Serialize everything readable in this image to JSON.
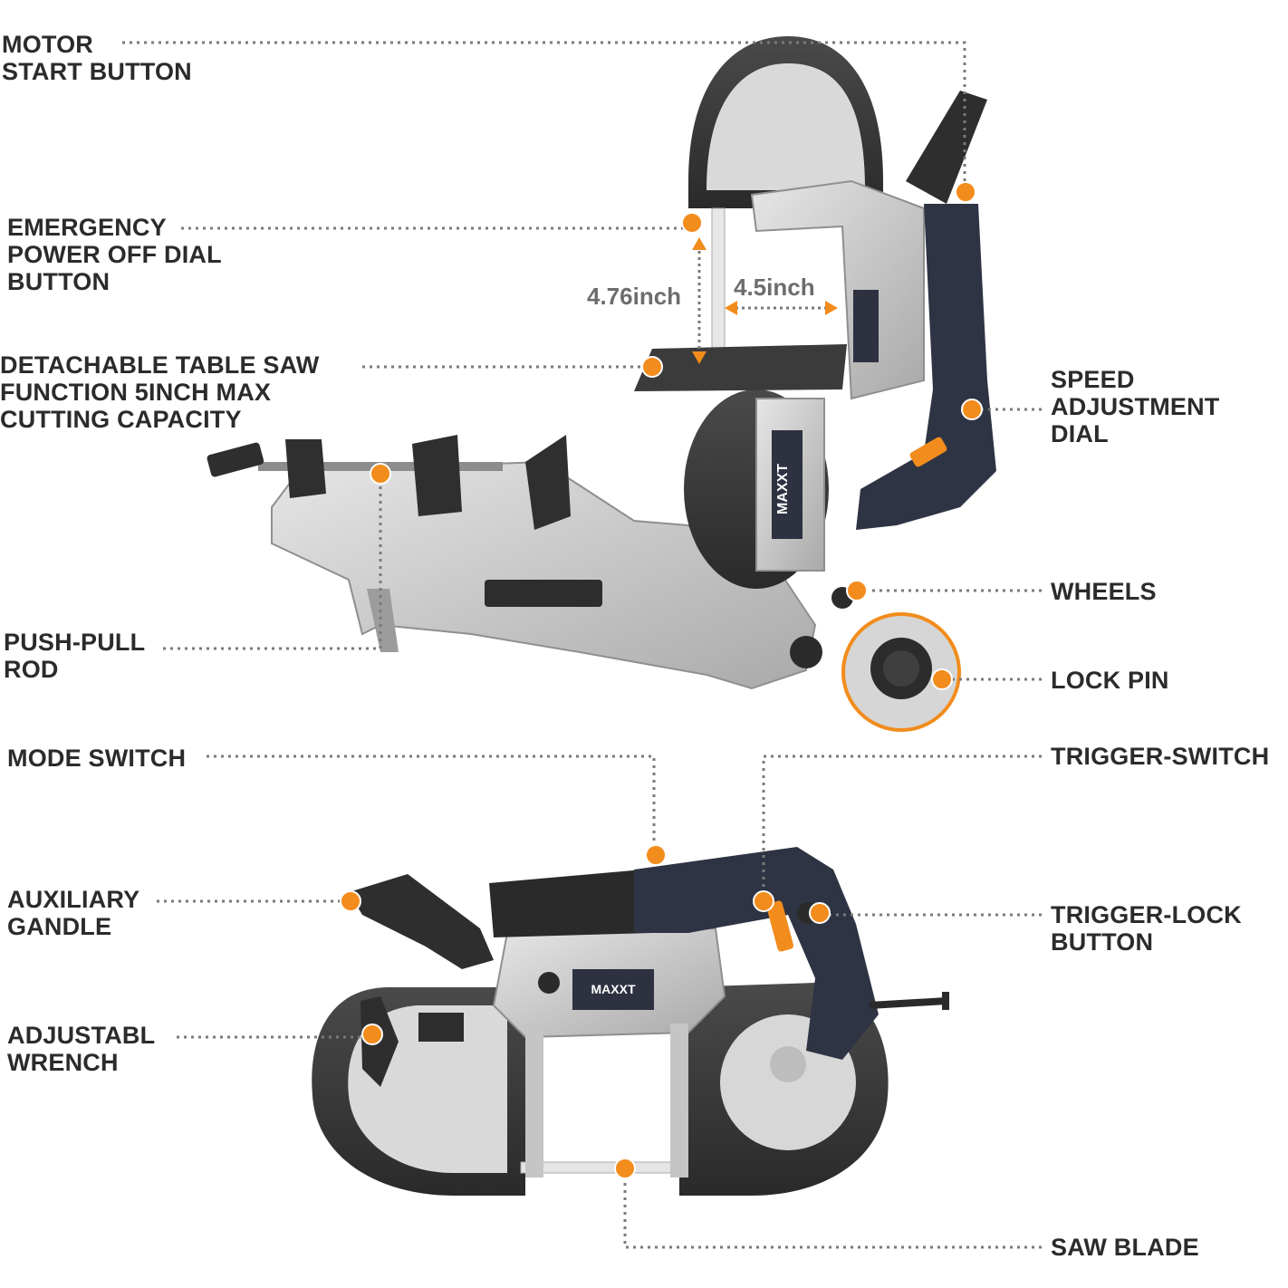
{
  "labels": {
    "motor_start": "MOTOR\nSTART BUTTON",
    "emergency_off": "EMERGENCY\nPOWER OFF DIAL\nBUTTON",
    "table_saw": "DETACHABLE TABLE SAW\nFUNCTION 5INCH MAX\nCUTTING CAPACITY",
    "push_pull_rod": "PUSH-PULL\nROD",
    "speed_dial": "SPEED\nADJUSTMENT\nDIAL",
    "wheels": "WHEELS",
    "lock_pin": "LOCK PIN",
    "mode_switch": "MODE SWITCH",
    "trigger_switch": "TRIGGER-SWITCH",
    "aux_handle": "AUXILIARY\nGANDLE",
    "trigger_lock": "TRIGGER-LOCK\nBUTTON",
    "wrench": "ADJUSTABL\nWRENCH",
    "saw_blade": "SAW BLADE"
  },
  "dimensions": {
    "height": "4.76inch",
    "width": "4.5inch"
  },
  "brand": {
    "logo_top": "MAXXT",
    "logo_bottom": "MAXXT"
  },
  "colors": {
    "accent": "#f28c1c",
    "leader": "#7a7a7a",
    "tire": "#3a3a3a",
    "body": "#c9c9c9",
    "handle": "#2f3444"
  }
}
